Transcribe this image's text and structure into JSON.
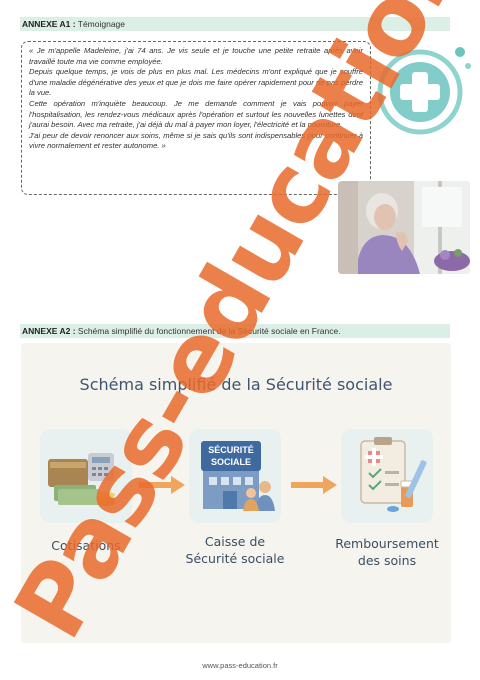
{
  "annex_a1": {
    "label": "ANNEXE A1 :",
    "title": "Témoignage"
  },
  "testimony": {
    "p1": "« Je m'appelle Madeleine, j'ai 74 ans. Je vis seule et je touche une petite retraite après avoir travaillé toute ma vie comme employée.",
    "p2": "Depuis quelque temps, je vois de plus en plus mal. Les médecins m'ont expliqué que je souffre d'une maladie dégénérative des yeux et que je dois me faire opérer rapidement pour ne pas perdre la vue.",
    "p3": "Cette opération m'inquiète beaucoup. Je me demande comment je vais pouvoir payer l'hospitalisation, les rendez-vous médicaux après l'opération et surtout les nouvelles lunettes dont j'aurai besoin. Avec ma retraite, j'ai déjà du mal à payer mon loyer, l'électricité et la nourriture.",
    "p4": "J'ai peur de devoir renoncer aux soins, même si je sais qu'ils sont indispensables pour continuer à vivre normalement et rester autonome. »"
  },
  "annex_a2": {
    "label": "ANNEXE A2 :",
    "title": "Schéma simplifié du fonctionnement de la Sécurité sociale en France."
  },
  "schema": {
    "title": "Schéma simplifié de la Sécurité sociale",
    "building_sign_line1": "SÉCURITÉ",
    "building_sign_line2": "SOCIALE",
    "step1": "Cotisations",
    "step2_line1": "Caisse de",
    "step2_line2": "Sécurité sociale",
    "step3_line1": "Remboursement",
    "step3_line2": "des soins"
  },
  "watermark": {
    "text": "Pass-education",
    "color": "#e96a2c"
  },
  "logo": {
    "icon": "medical-cross-icon",
    "color": "#55b9b4"
  },
  "footer": {
    "url": "www.pass-education.fr"
  }
}
